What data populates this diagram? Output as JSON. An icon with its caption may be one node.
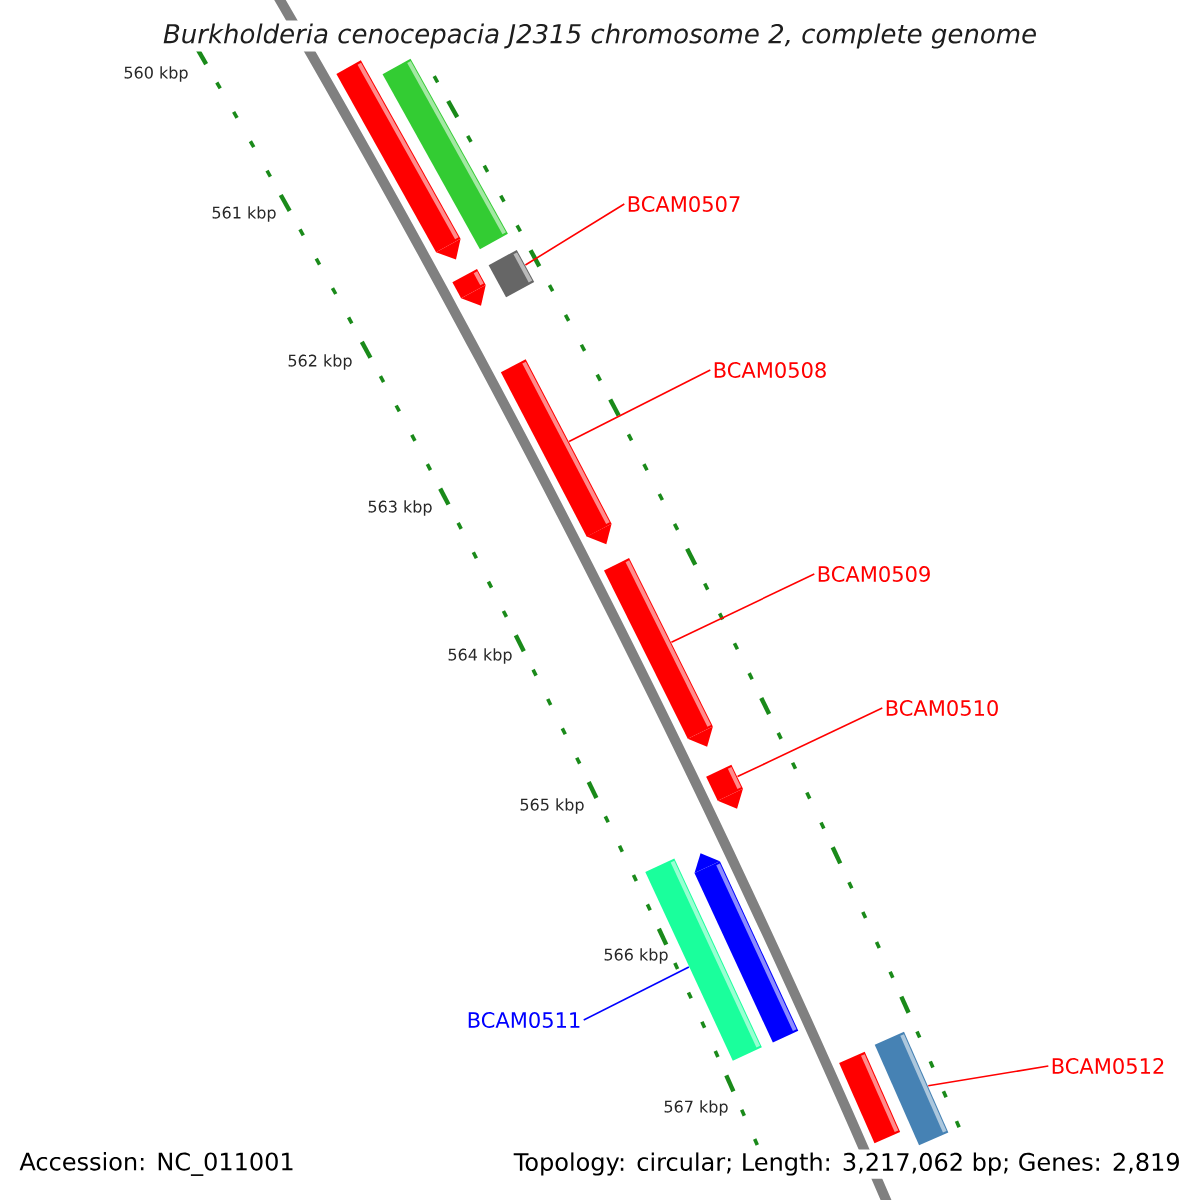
{
  "diagram": {
    "title": "Burkholderia cenocepacia J2315 chromosome 2, complete genome",
    "nodes": [
      {
        "text": [
          "BCAM0507"
        ]
      },
      {
        "text": [
          "BCAM0508"
        ]
      },
      {
        "text": [
          "BCAM0509"
        ]
      },
      {
        "text": [
          "BCAM0510"
        ]
      },
      {
        "text": [
          "BCAM0511"
        ]
      },
      {
        "text": [
          "BCAM0512"
        ]
      },
      {
        "text": [],
        "shape": "bar"
      },
      {
        "text": [],
        "shape": "bar"
      },
      {
        "text": [],
        "shape": "bar"
      },
      {
        "text": [],
        "shape": "bar"
      },
      {
        "text": [],
        "shape": "bar"
      },
      {
        "text": [],
        "shape": "bar"
      },
      {
        "text": [],
        "shape": "bar"
      },
      {
        "text": [],
        "shape": "bar"
      },
      {
        "text": [],
        "shape": "bar"
      },
      {
        "text": [],
        "shape": "bar"
      },
      {
        "text": [],
        "shape": "bar"
      }
    ],
    "edges": [
      {
        "from": 0,
        "to": 9,
        "arrow": "none"
      },
      {
        "from": 1,
        "to": 10,
        "arrow": "none"
      },
      {
        "from": 2,
        "to": 11,
        "arrow": "none"
      },
      {
        "from": 3,
        "to": 12,
        "arrow": "none"
      },
      {
        "from": 4,
        "to": 14,
        "arrow": "none",
        "color": "#0000ff"
      },
      {
        "from": 5,
        "to": 16,
        "arrow": "none"
      }
    ],
    "labels": [
      "560 kbp",
      "561 kbp",
      "562 kbp",
      "563 kbp",
      "564 kbp",
      "565 kbp",
      "566 kbp",
      "567 kbp",
      "Accession: NC_011001",
      "Topology: circular; Length: 3,217,062 bp; Genes: 2,819"
    ]
  }
}
